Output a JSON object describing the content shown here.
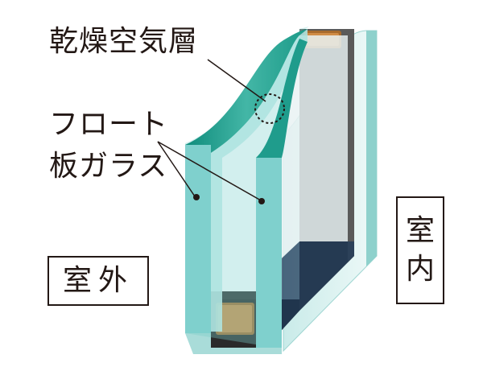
{
  "labels": {
    "air_layer": "乾燥空気層",
    "float_glass_line1": "フロート",
    "float_glass_line2": "板ガラス",
    "outdoor": "室外",
    "indoor_char1": "室",
    "indoor_char2": "内"
  },
  "colors": {
    "glass_front": "#7fd0cd",
    "glass_edge": "#aee3e0",
    "glass_top": "#1f9c8c",
    "spacer": "#4a4a4a",
    "desiccant": "#c88440",
    "text": "#231815"
  }
}
